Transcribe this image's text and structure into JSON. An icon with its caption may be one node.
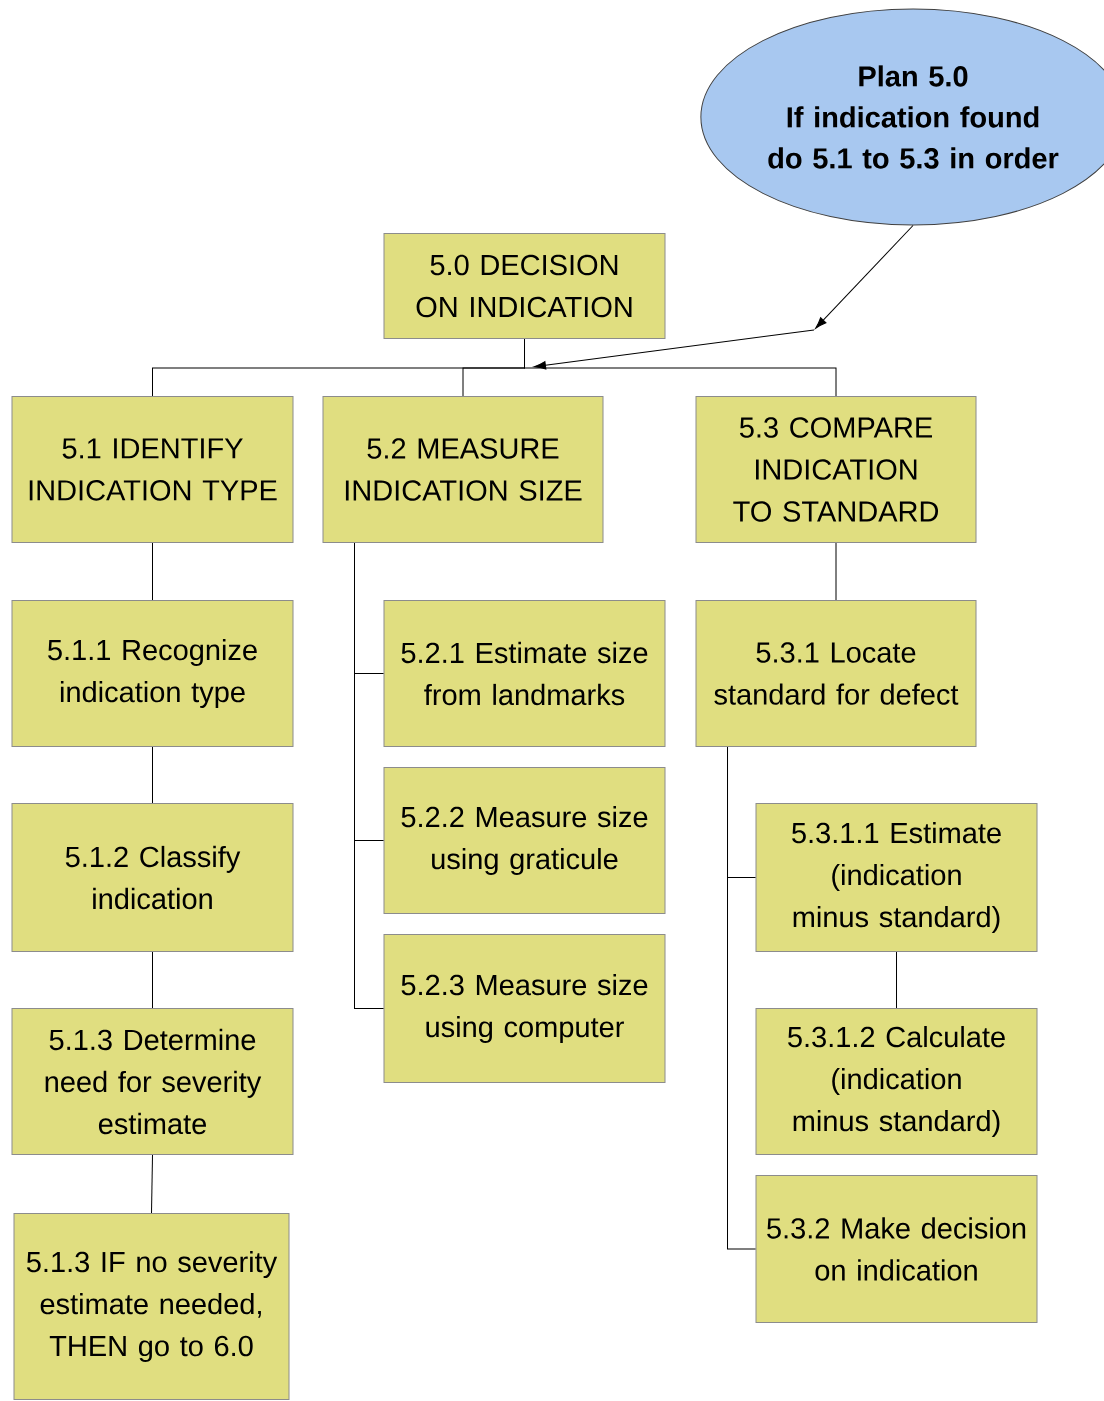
{
  "diagram": {
    "nodes": [
      {
        "text": [
          "Plan 5.0",
          "If indication found do 5.1 to 5.3 in order"
        ]
      },
      {
        "text": [
          "5.0 DECISION ON INDICATION"
        ]
      },
      {
        "text": [
          "5.1 IDENTIFY INDICATION TYPE"
        ]
      },
      {
        "text": [
          "5.2 MEASURE INDICATION SIZE"
        ]
      },
      {
        "text": [
          "5.3 COMPARE INDICATION TO STANDARD"
        ]
      },
      {
        "text": [
          "5.1.1 Recognize indication type"
        ]
      },
      {
        "text": [
          "5.1.2 Classify indication"
        ]
      },
      {
        "text": [
          "5.1.3 Determine need for severity estimate"
        ]
      },
      {
        "text": [
          "5.1.3 IF no severity estimate needed, THEN go to 6.0"
        ]
      },
      {
        "text": [
          "5.2.1 Estimate size from landmarks"
        ]
      },
      {
        "text": [
          "5.2.2 Measure size using graticule"
        ]
      },
      {
        "text": [
          "5.2.3 Measure size using computer"
        ]
      },
      {
        "text": [
          "5.3.1 Locate standard for defect"
        ]
      },
      {
        "text": [
          "5.3.1.1 Estimate (indication minus standard)"
        ]
      },
      {
        "text": [
          "5.3.1.2 Calculate (indication minus standard)"
        ]
      },
      {
        "text": [
          "5.3.2 Make decision on indication"
        ]
      }
    ],
    "edges": [
      {
        "from": 0,
        "to": null,
        "arrow": "to"
      },
      {
        "from": 1,
        "to": 2,
        "arrow": "none"
      },
      {
        "from": 1,
        "to": 3,
        "arrow": "none"
      },
      {
        "from": 1,
        "to": 4,
        "arrow": "none"
      },
      {
        "from": 2,
        "to": 5,
        "arrow": "none"
      },
      {
        "from": 5,
        "to": 6,
        "arrow": "none"
      },
      {
        "from": 6,
        "to": 7,
        "arrow": "none"
      },
      {
        "from": 7,
        "to": 8,
        "arrow": "none"
      },
      {
        "from": 3,
        "to": 9,
        "arrow": "none"
      },
      {
        "from": 3,
        "to": 10,
        "arrow": "none"
      },
      {
        "from": 3,
        "to": 11,
        "arrow": "none"
      },
      {
        "from": 4,
        "to": 12,
        "arrow": "none"
      },
      {
        "from": 12,
        "to": 13,
        "arrow": "none"
      },
      {
        "from": 13,
        "to": 14,
        "arrow": "none"
      },
      {
        "from": 12,
        "to": 15,
        "arrow": "none"
      }
    ]
  }
}
